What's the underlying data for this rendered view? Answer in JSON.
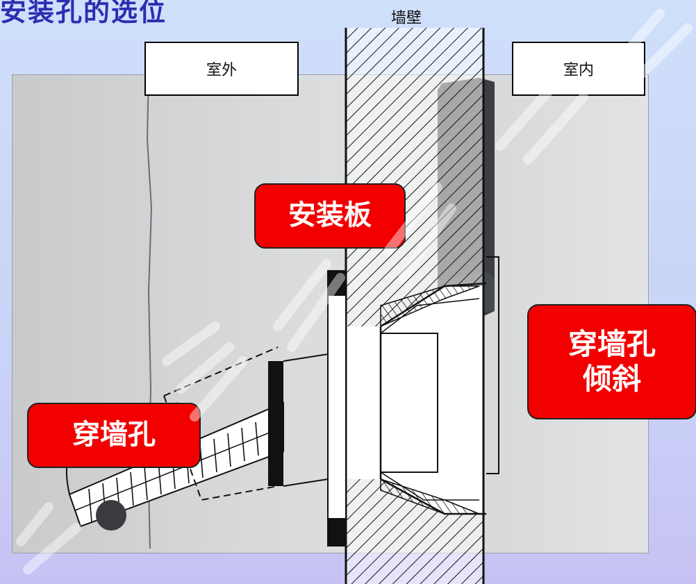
{
  "slide": {
    "title": "安装孔的选位"
  },
  "labels": {
    "wall": "墙壁",
    "outdoor": "室外",
    "indoor": "室内"
  },
  "callouts": {
    "mounting_plate": "安装板",
    "wall_hole": "穿墙孔",
    "tilted_line1": "穿墙孔",
    "tilted_line2": "倾斜"
  },
  "colors": {
    "callout_fill": "#f20000",
    "callout_text": "#ffffff",
    "title": "#2a2fb0",
    "background_top": "#cfe0fb",
    "background_bottom": "#c7c2f4"
  },
  "icons": [
    "mounting-bracket-icon",
    "wall-hatch-icon",
    "pipe-icon"
  ]
}
